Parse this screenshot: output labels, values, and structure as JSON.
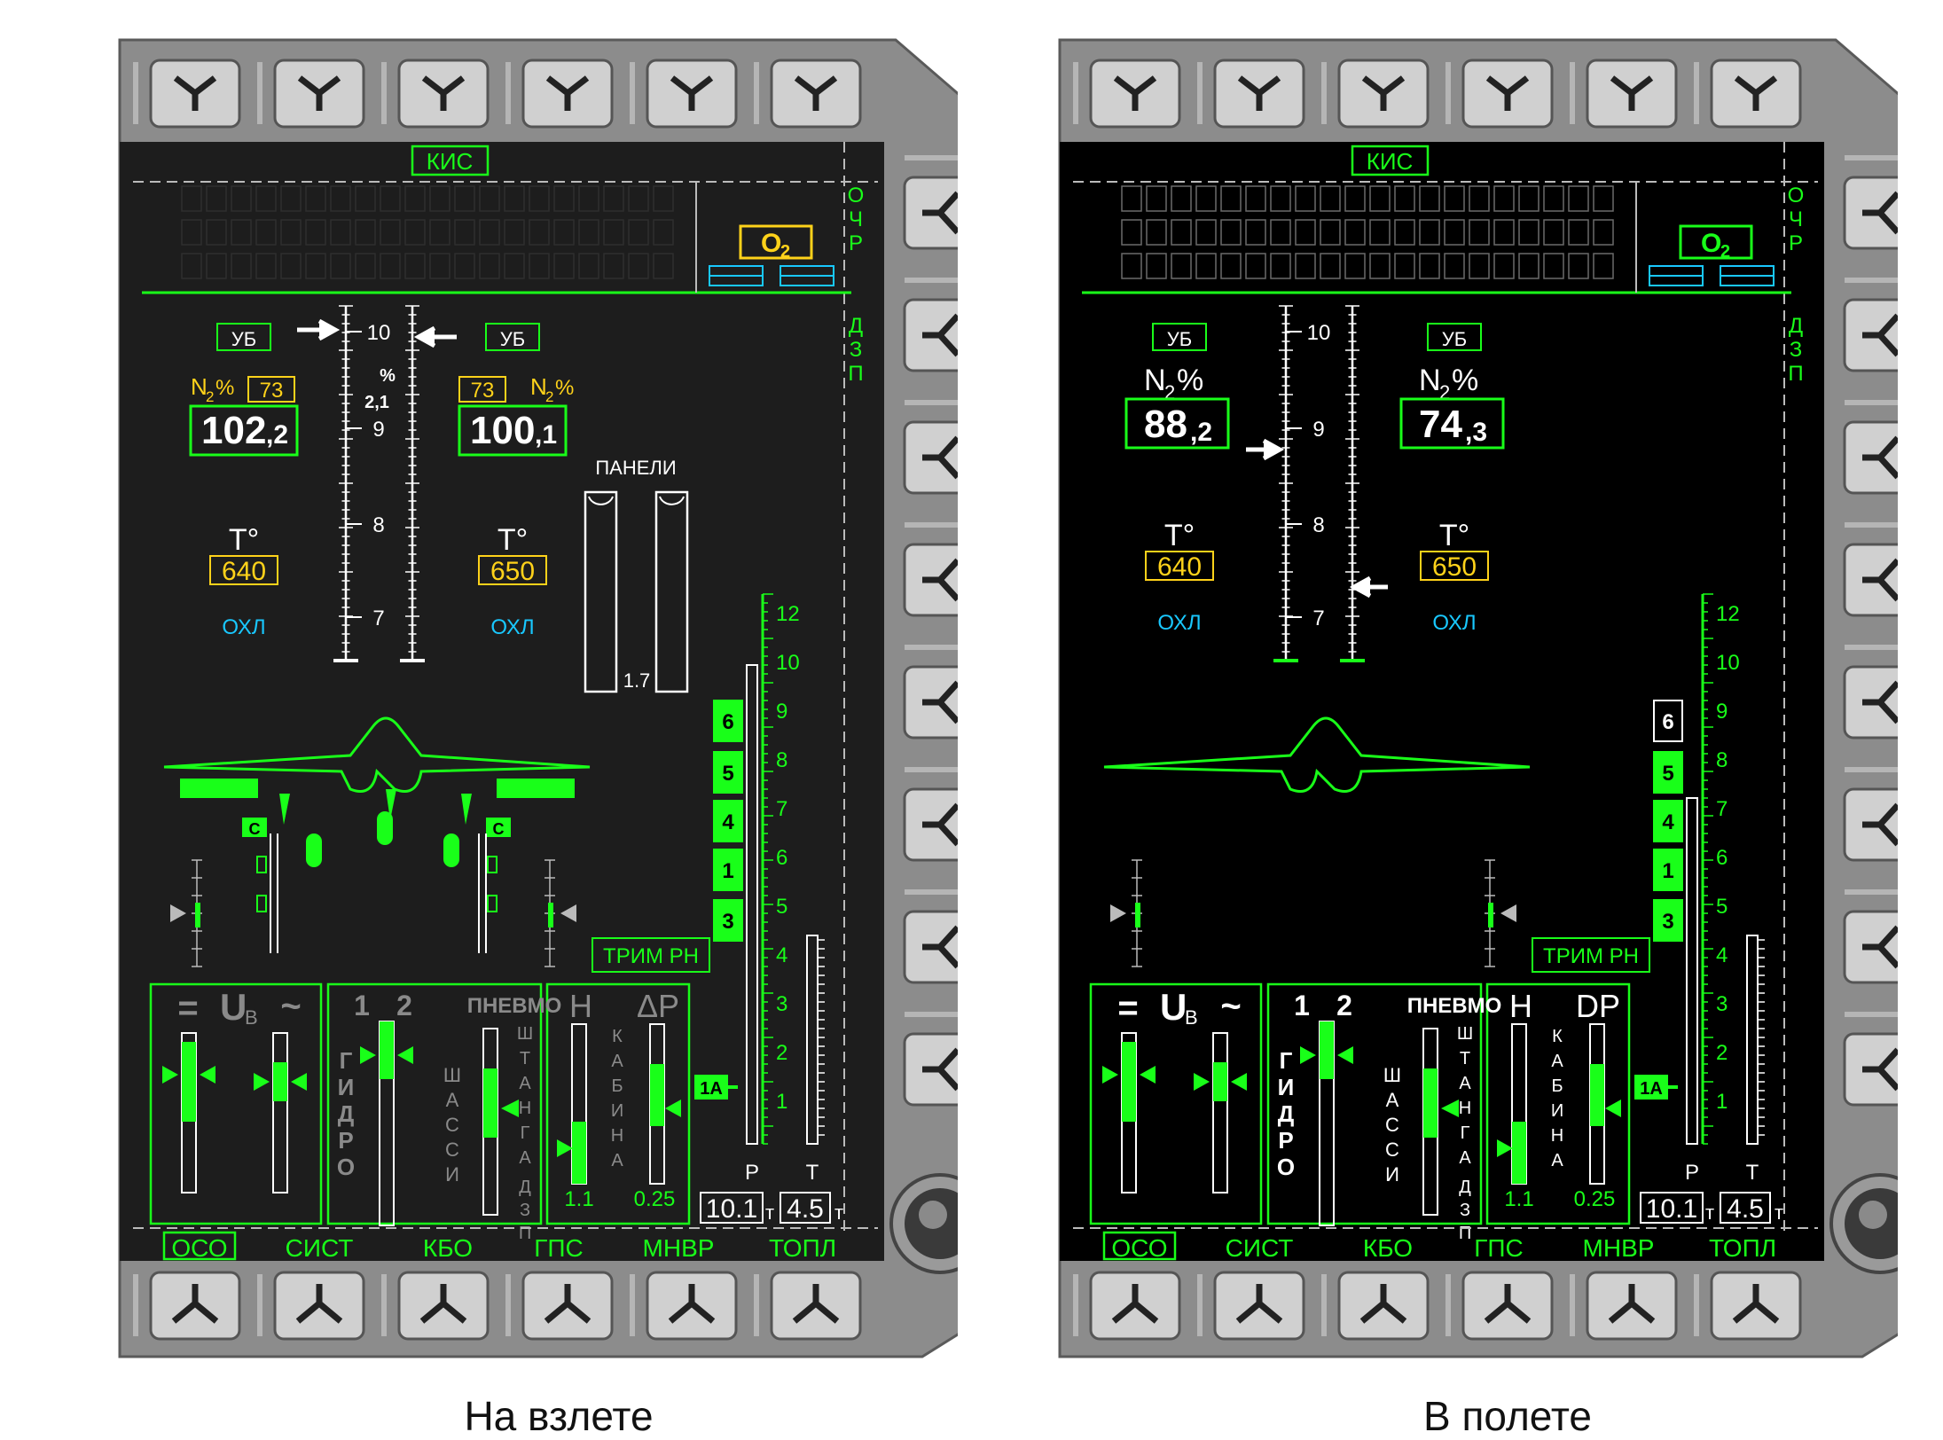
{
  "colors": {
    "bezel": "#8c8c8c",
    "screen_takeoff": "#1d1d1d",
    "screen_flight": "#000000",
    "green": "#19ff19",
    "yellow": "#ffd21a",
    "cyan": "#19c8ff",
    "white": "#ffffff",
    "gray_text": "#8a8a8a"
  },
  "displays": [
    {
      "caption": "На взлете",
      "mode": "takeoff",
      "header_label": "КИС",
      "right_tabs": [
        "О",
        "Ч",
        "Р",
        "Д",
        "З",
        "П"
      ],
      "oxygen_label": "O",
      "oxygen_sub": "2",
      "left_engine": {
        "ub": "УБ",
        "n2_label": "N",
        "n2_sub": "2",
        "n2_unit": "%",
        "n2_limit": "73",
        "n2_int": "102",
        "n2_dec": ",2",
        "t_label": "T°",
        "t_value": "640",
        "cool": "ОХЛ"
      },
      "right_engine": {
        "ub": "УБ",
        "n2_label": "N",
        "n2_sub": "2",
        "n2_unit": "%",
        "n2_limit": "73",
        "n2_int": "100",
        "n2_dec": ",1",
        "t_label": "T°",
        "t_value": "650",
        "cool": "ОХЛ"
      },
      "scale_labels": [
        "10",
        "9",
        "8",
        "7"
      ],
      "scale_pct": "%",
      "scale_delta": "2,1",
      "panels_label": "ПАНЕЛИ",
      "panels_value": "1.7",
      "tanks": [
        "6",
        "5",
        "4",
        "1",
        "3"
      ],
      "tank_1a": "1A",
      "fuel_scale": [
        "12",
        "10",
        "9",
        "8",
        "7",
        "6",
        "5",
        "4",
        "3",
        "2",
        "1"
      ],
      "fuel_p": "P",
      "fuel_t": "T",
      "fuel_p_value": "10.1",
      "fuel_t_value": "4.5",
      "fuel_unit": "т",
      "flaps_label": "С",
      "trim_label": "ТРИМ РН",
      "power": {
        "dc": "=",
        "u": "U",
        "u_sub": "В",
        "ac": "~"
      },
      "hydro": {
        "n1": "1",
        "n2": "2",
        "pneumo": "ПНЕВМО",
        "gidro": [
          "Г",
          "И",
          "Д",
          "Р",
          "О"
        ],
        "shassi": [
          "Ш",
          "А",
          "С",
          "С",
          "И"
        ],
        "shtanga": [
          "Ш",
          "Т",
          "А",
          "Н",
          "Г",
          "А"
        ],
        "dzp": [
          "Д",
          "З",
          "П"
        ]
      },
      "cabin": {
        "h": "H",
        "dp": "ΔP",
        "kabina": [
          "К",
          "А",
          "Б",
          "И",
          "Н",
          "А"
        ],
        "h_value": "1.1",
        "dp_value": "0.25"
      },
      "menu": [
        "ОСО",
        "СИСТ",
        "КБО",
        "ГПС",
        "МНВР",
        "ТОПЛ"
      ]
    },
    {
      "caption": "В полете",
      "mode": "flight",
      "header_label": "КИС",
      "right_tabs": [
        "О",
        "Ч",
        "Р",
        "Д",
        "З",
        "П"
      ],
      "oxygen_label": "O",
      "oxygen_sub": "2",
      "left_engine": {
        "ub": "УБ",
        "n2_label": "N",
        "n2_sub": "2",
        "n2_unit": "%",
        "n2_int": "88",
        "n2_dec": ",2",
        "t_label": "T°",
        "t_value": "640",
        "cool": "ОХЛ"
      },
      "right_engine": {
        "ub": "УБ",
        "n2_label": "N",
        "n2_sub": "2",
        "n2_unit": "%",
        "n2_int": "74",
        "n2_dec": ",3",
        "t_label": "T°",
        "t_value": "650",
        "cool": "ОХЛ"
      },
      "scale_labels": [
        "10",
        "9",
        "8",
        "7"
      ],
      "tanks": [
        "6",
        "5",
        "4",
        "1",
        "3"
      ],
      "tank_1a": "1A",
      "fuel_scale": [
        "12",
        "10",
        "9",
        "8",
        "7",
        "6",
        "5",
        "4",
        "3",
        "2",
        "1"
      ],
      "fuel_p": "P",
      "fuel_t": "T",
      "fuel_p_value": "10.1",
      "fuel_t_value": "4.5",
      "fuel_unit": "т",
      "trim_label": "ТРИМ РН",
      "power": {
        "dc": "=",
        "u": "U",
        "u_sub": "В",
        "ac": "~"
      },
      "hydro": {
        "n1": "1",
        "n2": "2",
        "pneumo": "ПНЕВМО",
        "gidro": [
          "Г",
          "И",
          "Д",
          "Р",
          "О"
        ],
        "shassi": [
          "Ш",
          "А",
          "С",
          "С",
          "И"
        ],
        "shtanga": [
          "Ш",
          "Т",
          "А",
          "Н",
          "Г",
          "А"
        ],
        "dzp": [
          "Д",
          "З",
          "П"
        ]
      },
      "cabin": {
        "h": "H",
        "dp": "DP",
        "kabina": [
          "К",
          "А",
          "Б",
          "И",
          "Н",
          "А"
        ],
        "h_value": "1.1",
        "dp_value": "0.25"
      },
      "menu": [
        "ОСО",
        "СИСТ",
        "КБО",
        "ГПС",
        "МНВР",
        "ТОПЛ"
      ]
    }
  ]
}
